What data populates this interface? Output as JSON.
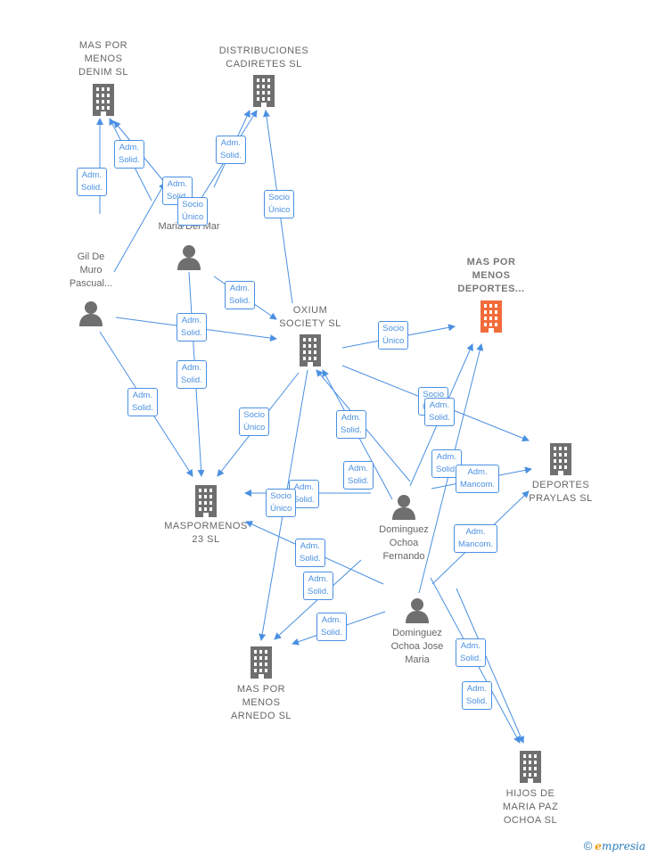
{
  "colors": {
    "edge": "#4a90e2",
    "building": "#6f6f6f",
    "highlight": "#f26b3a",
    "person": "#6f6f6f"
  },
  "nodes": {
    "denim": {
      "label": "MAS POR\nMENOS\nDENIM SL",
      "type": "company"
    },
    "cadiretes": {
      "label": "DISTRIBUCIONES\nCADIRETES SL",
      "type": "company"
    },
    "deportes_main": {
      "label": "MAS POR\nMENOS\nDEPORTES...",
      "type": "company-main"
    },
    "oxium": {
      "label": "OXIUM\nSOCIETY SL",
      "type": "company"
    },
    "praylas": {
      "label": "DEPORTES\nPRAYLAS SL",
      "type": "company"
    },
    "masp23": {
      "label": "MASPORMENOS\n23 SL",
      "type": "company"
    },
    "arnedo": {
      "label": "MAS POR\nMENOS\nARNEDO SL",
      "type": "company"
    },
    "hijos": {
      "label": "HIJOS DE\nMARIA PAZ\nOCHOA SL",
      "type": "company"
    },
    "gil": {
      "label": "Gil De\nMuro\nPascual...",
      "type": "person"
    },
    "maria": {
      "label": "C...\nMaria Del Mar",
      "type": "person"
    },
    "fernando": {
      "label": "Dominguez\nOchoa\nFernando",
      "type": "person"
    },
    "josemaria": {
      "label": "Dominguez\nOchoa Jose\nMaria",
      "type": "person"
    }
  },
  "badges": [
    {
      "text": "Adm.\nSolid."
    },
    {
      "text": "Adm.\nSolid."
    },
    {
      "text": "Adm.\nSolid."
    },
    {
      "text": "Adm.\nSolid."
    },
    {
      "text": "Socio\nÚnico"
    },
    {
      "text": "Socio\nÚnico"
    },
    {
      "text": "Adm.\nSolid."
    },
    {
      "text": "Socio\nÚnico"
    },
    {
      "text": "Adm.\nSolid."
    },
    {
      "text": "Adm.\nSolid."
    },
    {
      "text": "Adm.\nSolid."
    },
    {
      "text": "Socio\nÚnico"
    },
    {
      "text": "Socio\nÚnico"
    },
    {
      "text": "Adm.\nSolid."
    },
    {
      "text": "Adm.\nSolid."
    },
    {
      "text": "Adm.\nSolid."
    },
    {
      "text": "Adm.\nSolid."
    },
    {
      "text": "Adm.\nMancom."
    },
    {
      "text": "Adm.\nSolid."
    },
    {
      "text": "Socio\nÚnico"
    },
    {
      "text": "Adm.\nSolid."
    },
    {
      "text": "Adm.\nMancom."
    },
    {
      "text": "Adm.\nSolid."
    },
    {
      "text": "Adm.\nSolid."
    },
    {
      "text": "Adm.\nSolid."
    },
    {
      "text": "Adm.\nSolid."
    }
  ],
  "footer": {
    "copyright": "©",
    "brand_e": "e",
    "brand_rest": "mpresia"
  }
}
